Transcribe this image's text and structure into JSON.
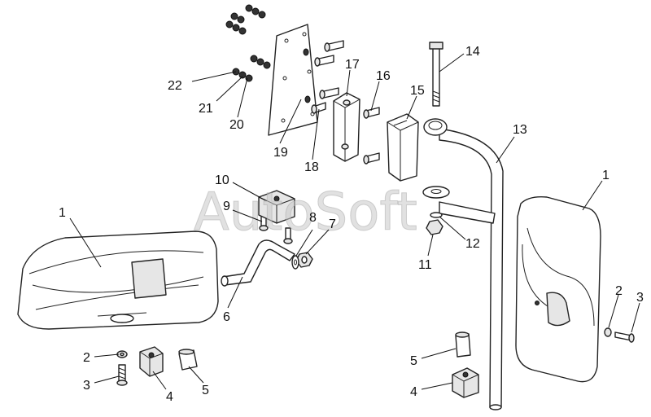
{
  "diagram": {
    "watermark": "AutoSoft",
    "callouts": [
      {
        "key": "c1a",
        "label": "1"
      },
      {
        "key": "c2a",
        "label": "2"
      },
      {
        "key": "c3a",
        "label": "3"
      },
      {
        "key": "c4a",
        "label": "4"
      },
      {
        "key": "c5a",
        "label": "5"
      },
      {
        "key": "c6",
        "label": "6"
      },
      {
        "key": "c7",
        "label": "7"
      },
      {
        "key": "c8",
        "label": "8"
      },
      {
        "key": "c9",
        "label": "9"
      },
      {
        "key": "c10",
        "label": "10"
      },
      {
        "key": "c11",
        "label": "11"
      },
      {
        "key": "c12",
        "label": "12"
      },
      {
        "key": "c13",
        "label": "13"
      },
      {
        "key": "c14",
        "label": "14"
      },
      {
        "key": "c15",
        "label": "15"
      },
      {
        "key": "c16",
        "label": "16"
      },
      {
        "key": "c17",
        "label": "17"
      },
      {
        "key": "c18",
        "label": "18"
      },
      {
        "key": "c19",
        "label": "19"
      },
      {
        "key": "c20",
        "label": "20"
      },
      {
        "key": "c21",
        "label": "21"
      },
      {
        "key": "c22",
        "label": "22"
      },
      {
        "key": "c1b",
        "label": "1"
      },
      {
        "key": "c2b",
        "label": "2"
      },
      {
        "key": "c3b",
        "label": "3"
      },
      {
        "key": "c4b",
        "label": "4"
      },
      {
        "key": "c5b",
        "label": "5"
      }
    ]
  }
}
